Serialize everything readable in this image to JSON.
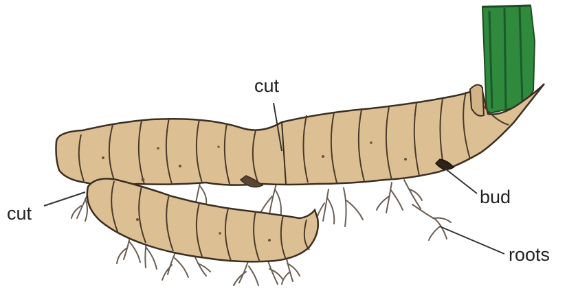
{
  "labels": {
    "cut_top": "cut",
    "cut_left": "cut",
    "bud": "bud",
    "roots": "roots"
  },
  "colors": {
    "rhizome_fill": "#dcc094",
    "rhizome_outline": "#3a2e22",
    "stem_fill": "#2f8a3e",
    "stem_dark": "#1b5a27",
    "root": "#6a5e55",
    "leader": "#333333"
  }
}
